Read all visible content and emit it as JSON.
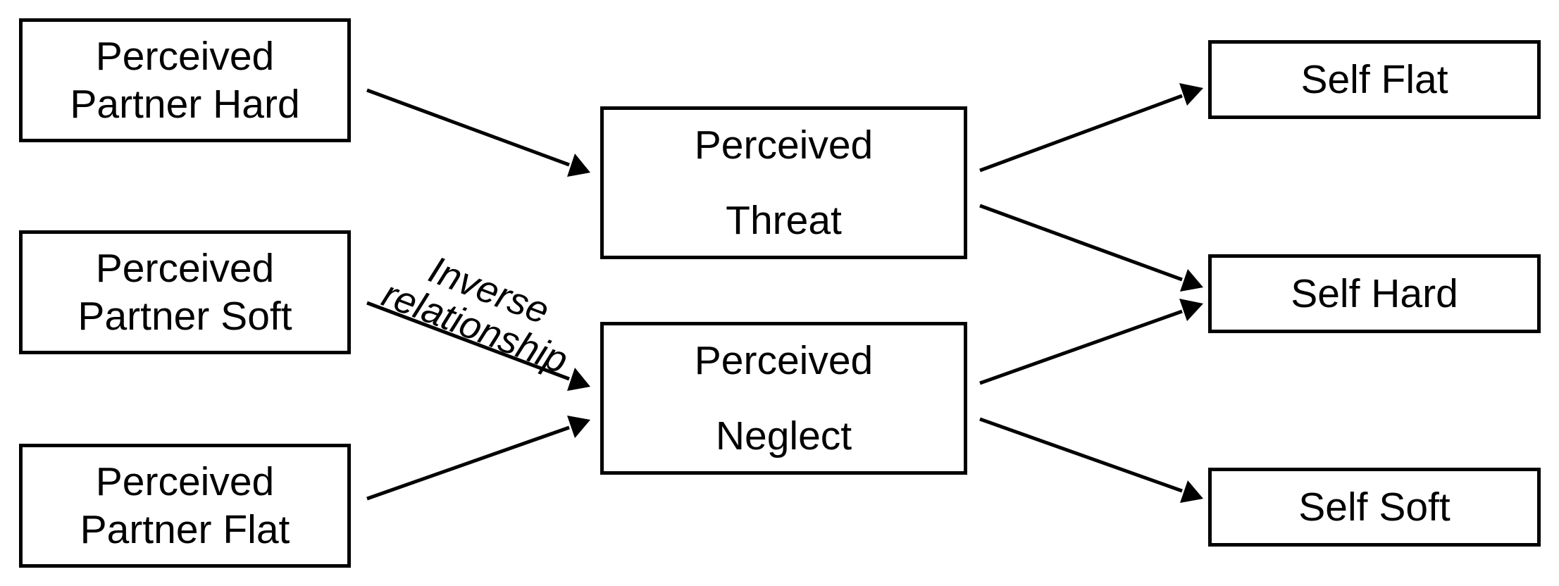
{
  "diagram": {
    "inputs": {
      "partner_hard": {
        "line1": "Perceived",
        "line2": "Partner Hard"
      },
      "partner_soft": {
        "line1": "Perceived",
        "line2": "Partner Soft"
      },
      "partner_flat": {
        "line1": "Perceived",
        "line2": "Partner Flat"
      }
    },
    "mediators": {
      "threat": {
        "line1": "Perceived",
        "line2": "Threat"
      },
      "neglect": {
        "line1": "Perceived",
        "line2": "Neglect"
      }
    },
    "outcomes": {
      "self_flat": {
        "label": "Self Flat"
      },
      "self_hard": {
        "label": "Self Hard"
      },
      "self_soft": {
        "label": "Self Soft"
      }
    },
    "edge_labels": {
      "inverse_line1": "Inverse",
      "inverse_line2": "relationship"
    },
    "edges": [
      {
        "from": "Perceived Partner Hard",
        "to": "Perceived Threat"
      },
      {
        "from": "Perceived Partner Soft",
        "to": "Perceived Neglect",
        "label": "Inverse relationship"
      },
      {
        "from": "Perceived Partner Flat",
        "to": "Perceived Neglect"
      },
      {
        "from": "Perceived Threat",
        "to": "Self Flat"
      },
      {
        "from": "Perceived Threat",
        "to": "Self Hard"
      },
      {
        "from": "Perceived Neglect",
        "to": "Self Hard"
      },
      {
        "from": "Perceived Neglect",
        "to": "Self Soft"
      }
    ],
    "colors": {
      "stroke": "#000000",
      "background": "#ffffff"
    }
  }
}
